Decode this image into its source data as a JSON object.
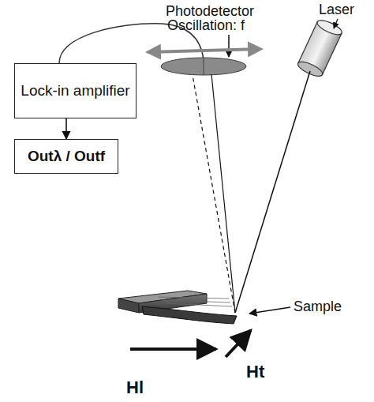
{
  "diagram": {
    "nodes": [
      {
        "text": [
          "Lock-in amplifier"
        ]
      },
      {
        "text": [
          "Outλ / Outf"
        ]
      }
    ],
    "edges": [
      {
        "from": 0,
        "to": 1,
        "arrow": "to"
      }
    ],
    "labels": [
      "Photodetector",
      "Oscillation: f",
      "Laser",
      "Sample",
      "Hl",
      "Ht"
    ]
  }
}
